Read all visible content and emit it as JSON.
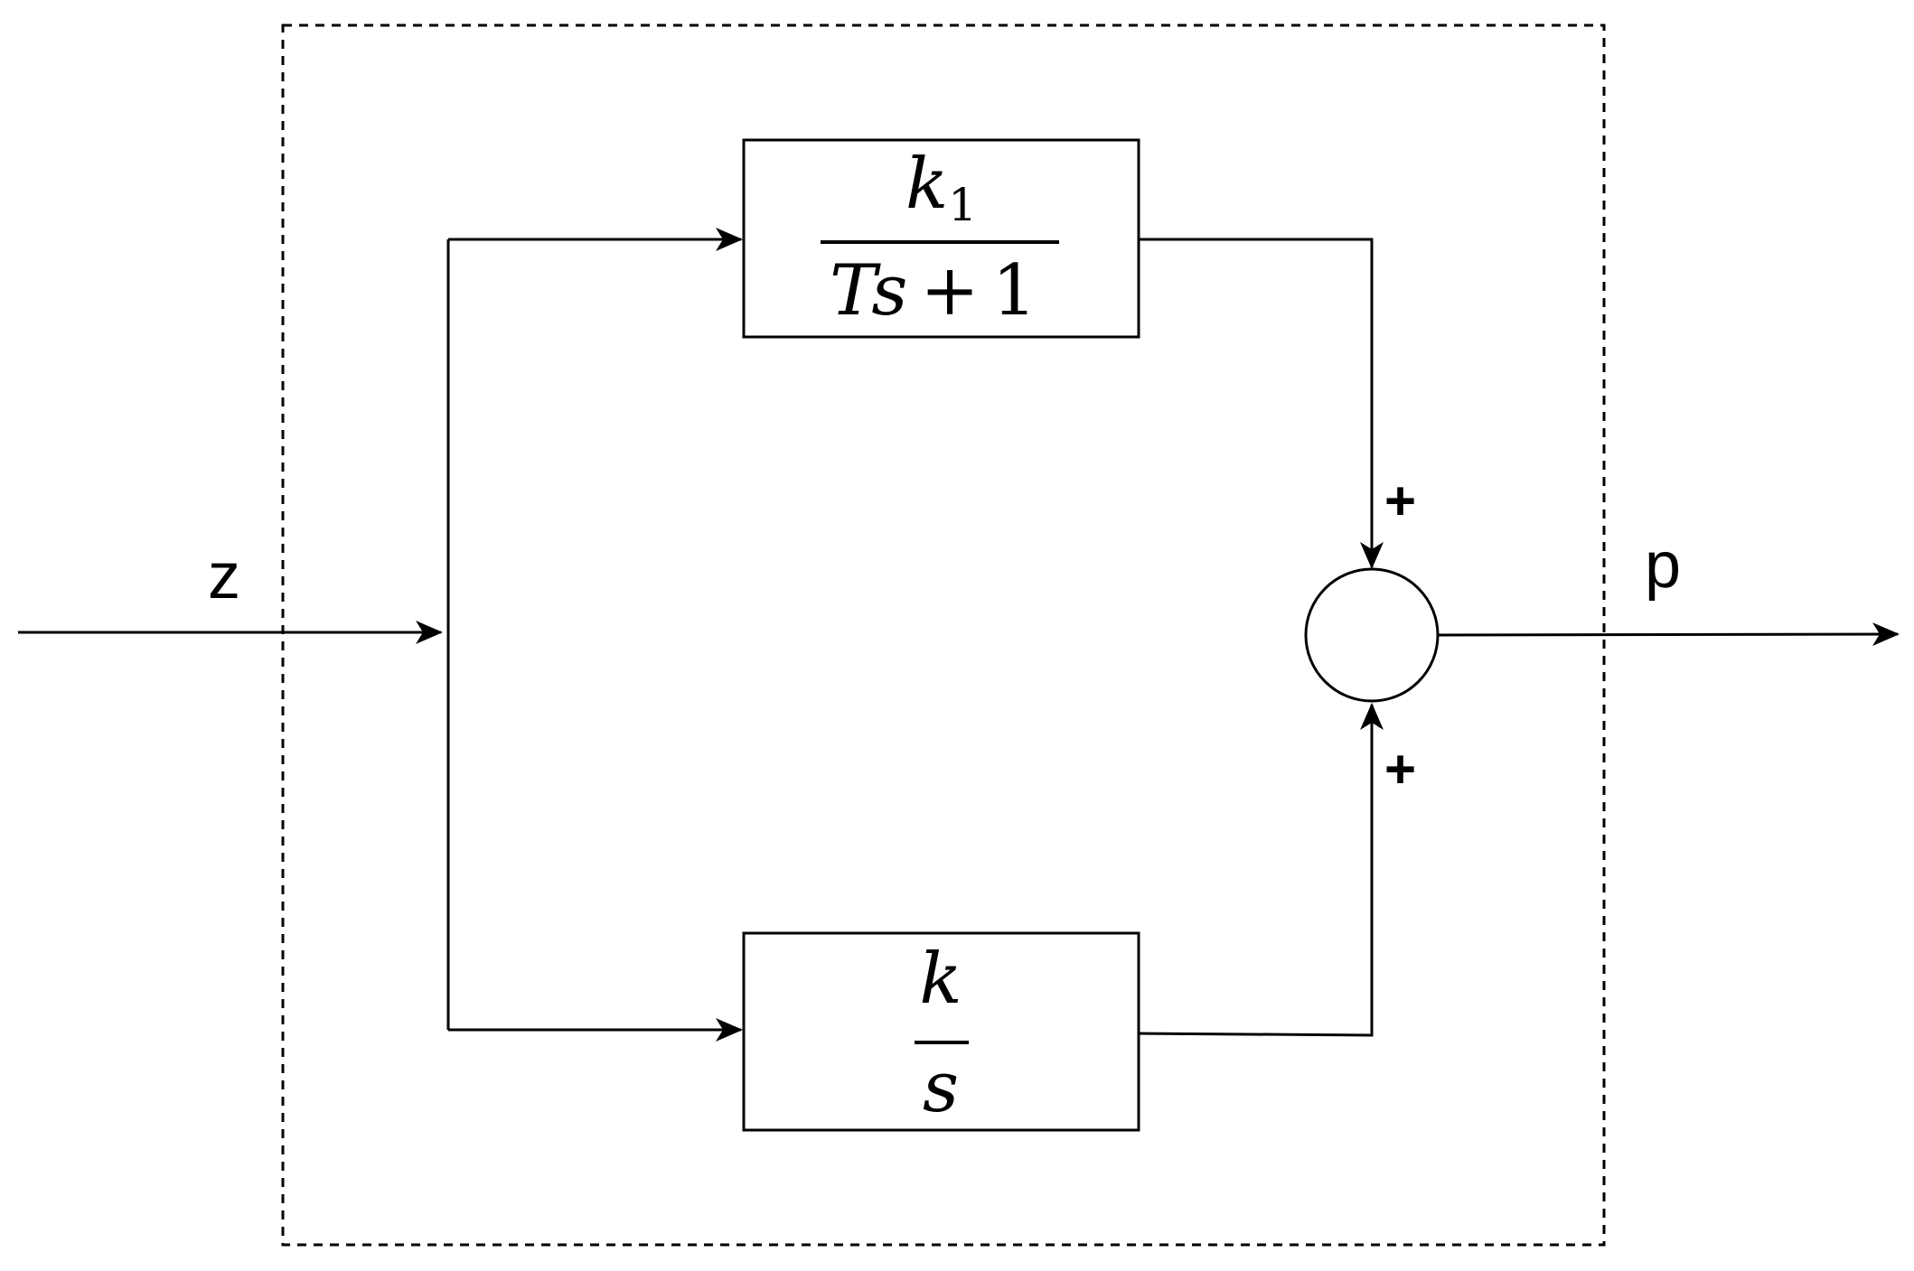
{
  "diagram": {
    "input_signal": "z",
    "output_signal": "p",
    "upper_block": {
      "numerator": "k",
      "numerator_subscript": "1",
      "denominator_var": "Ts",
      "denominator_op": "+",
      "denominator_const": "1"
    },
    "lower_block": {
      "numerator": "k",
      "denominator": "s"
    },
    "summing_junction": {
      "top_sign": "+",
      "bottom_sign": "+"
    },
    "colors": {
      "line": "#000000",
      "background": "#ffffff"
    }
  }
}
